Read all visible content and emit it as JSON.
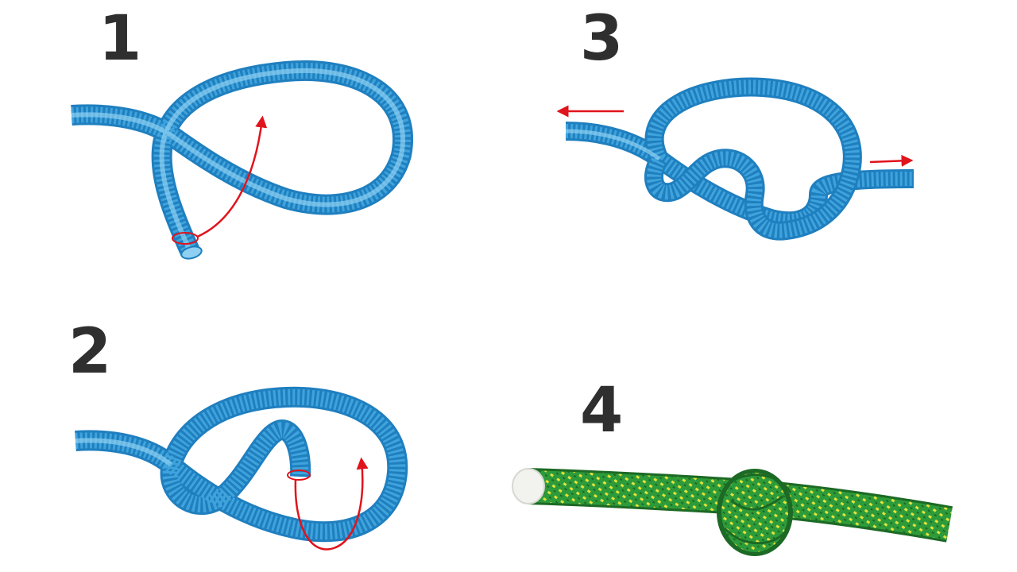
{
  "diagram": {
    "steps": [
      {
        "number": "1"
      },
      {
        "number": "2"
      },
      {
        "number": "3"
      },
      {
        "number": "4"
      }
    ],
    "colors": {
      "rope_blue": "#3fa3dc",
      "rope_blue_dark": "#1f7fbf",
      "rope_blue_light": "#8fd0f2",
      "arrow_red": "#e0141c",
      "rope_green": "#2e9b3a",
      "rope_green_dark": "#1c6a25",
      "rope_yellow_fleck": "#e2e23a",
      "rope_end_white": "#f2f2ee",
      "number_text": "#2f2f2f"
    },
    "icons": [
      "rope-loop-diagram",
      "direction-arrow",
      "knotted-rope-photo"
    ]
  }
}
